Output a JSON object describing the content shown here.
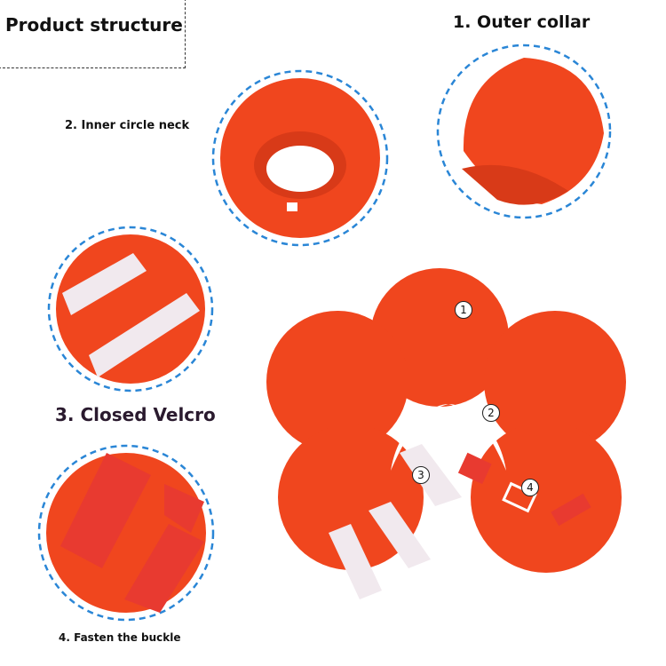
{
  "title": "Product structure",
  "labels": {
    "outer_collar": "1. Outer collar",
    "inner_circle_neck": "2. Inner circle neck",
    "closed_velcro": "3. Closed Velcro",
    "fasten_buckle": "4. Fasten the buckle"
  },
  "markers": [
    "1",
    "2",
    "3",
    "4"
  ],
  "colors": {
    "fabric": "#f0461e",
    "dash": "#2a86d6",
    "strap": "#e83a30",
    "velcro": "#f1e9ee"
  }
}
